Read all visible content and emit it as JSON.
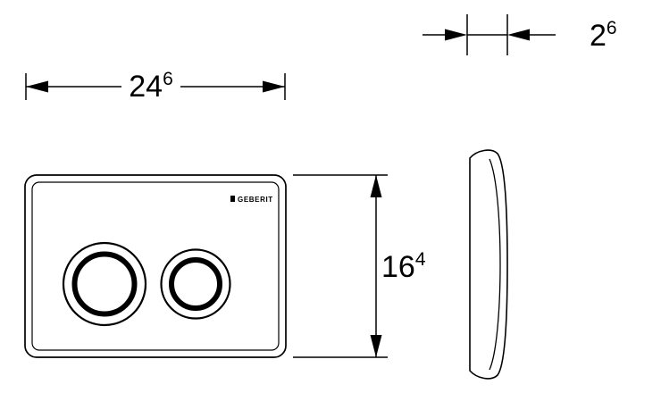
{
  "drawing": {
    "brand": "GEBERIT",
    "dim_width": {
      "main": "24",
      "sup": "6"
    },
    "dim_height": {
      "main": "16",
      "sup": "4"
    },
    "dim_depth": {
      "main": "2",
      "sup": "6"
    },
    "colors": {
      "line": "#000000",
      "background": "#ffffff"
    }
  }
}
